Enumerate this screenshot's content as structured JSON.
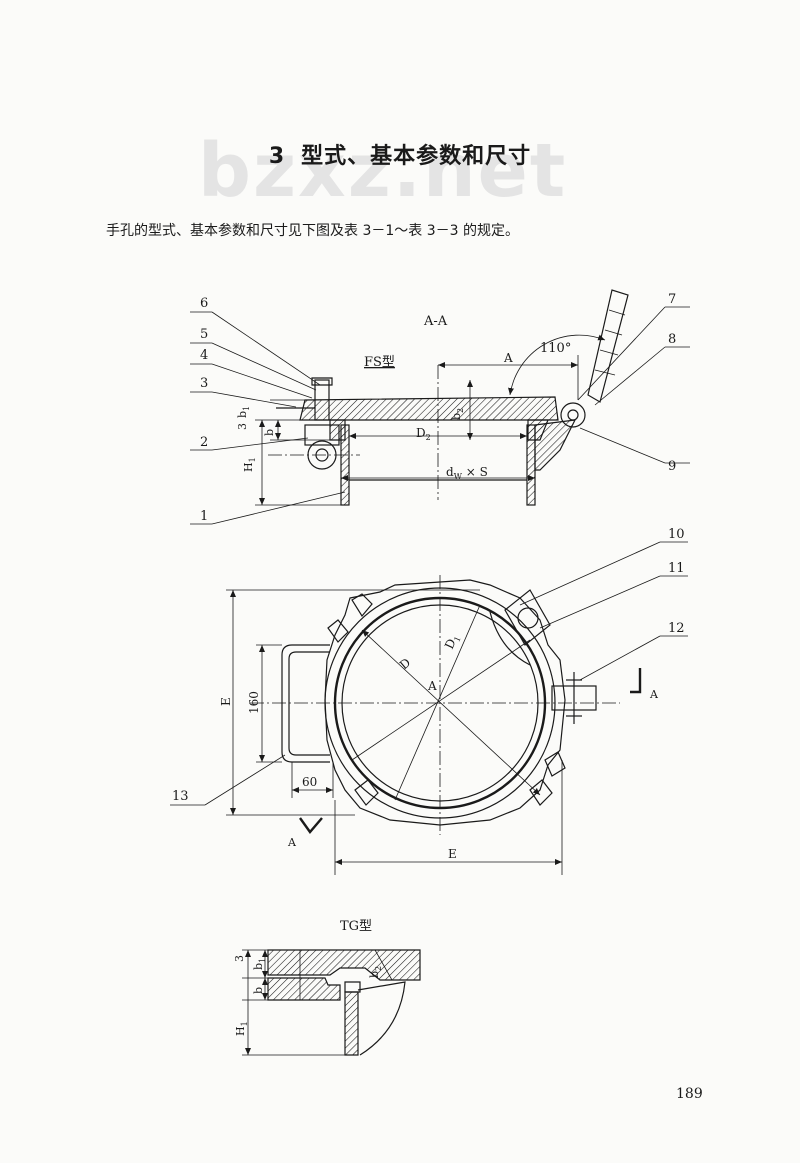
{
  "section": {
    "number": "3",
    "title": "型式、基本参数和尺寸"
  },
  "watermark": "bzxz.net",
  "intro_text": "手孔的型式、基本参数和尺寸见下图及表 3－1～表 3－3 的规定。",
  "figure_fs": {
    "section_label": "A-A",
    "type_label": "FS型",
    "angle": "110°",
    "dims": {
      "A": "A",
      "b1": "b",
      "b1_sub": "1",
      "b": "b",
      "b2": "b",
      "b2_sub": "2",
      "three": "3",
      "H1": "H",
      "H1_sub": "1",
      "D2": "D",
      "D2_sub": "2",
      "dw": "d",
      "dw_sub": "W",
      "dwS": " × S"
    },
    "parts": [
      "6",
      "5",
      "4",
      "3",
      "2",
      "1",
      "7",
      "8",
      "9"
    ]
  },
  "figure_plan": {
    "parts": [
      "10",
      "11",
      "12",
      "13"
    ],
    "dims": {
      "D": "D",
      "D1": "D",
      "D1_sub": "1",
      "A_center": "A",
      "E_left": "E",
      "E_bottom": "E",
      "d160": "160",
      "d60": "60",
      "A_view_left": "A",
      "A_view_right": "A"
    }
  },
  "figure_tg": {
    "type_label": "TG型",
    "dims": {
      "three": "3",
      "b1": "b",
      "b1_sub": "1",
      "b": "b",
      "b2": "b",
      "b2_sub": "2",
      "H1": "H",
      "H1_sub": "1"
    }
  },
  "page_number": "189"
}
